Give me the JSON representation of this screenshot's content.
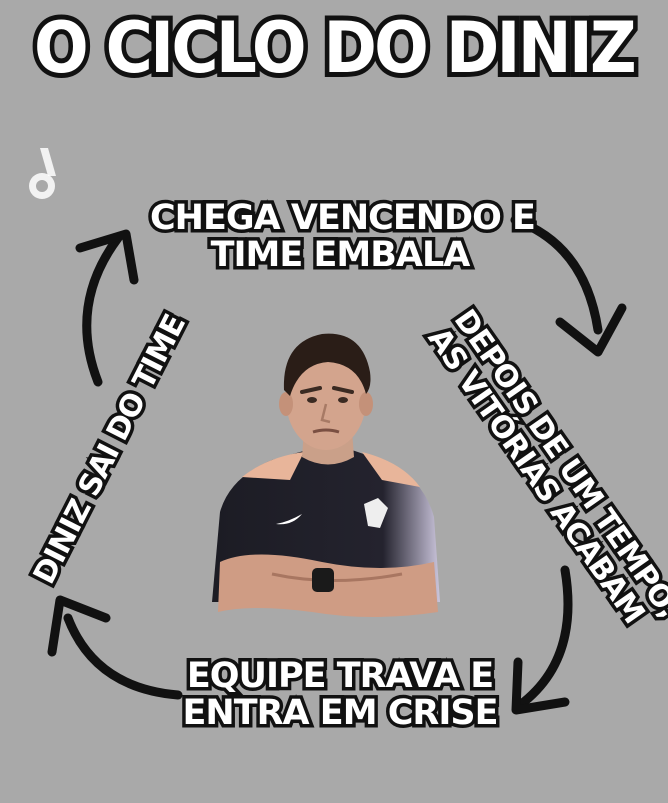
{
  "title": "O CICLO DO DINIZ",
  "cycle": {
    "step_1": [
      "CHEGA VENCENDO E",
      "TIME EMBALA"
    ],
    "step_2": [
      "DEPOIS DE UM TEMPO,",
      "AS VITÓRIAS ACABAM"
    ],
    "step_3": [
      "EQUIPE TRAVA E",
      "ENTRA EM CRISE"
    ],
    "step_4": [
      "DINIZ SAI DO TIME"
    ]
  },
  "colors": {
    "background": "#a9a9a9",
    "text": "#ffffff",
    "outline": "#111111",
    "arrow": "#111111"
  },
  "icons": {
    "logo": "watermark-logo-icon",
    "arrow": "curved-arrow-icon"
  }
}
